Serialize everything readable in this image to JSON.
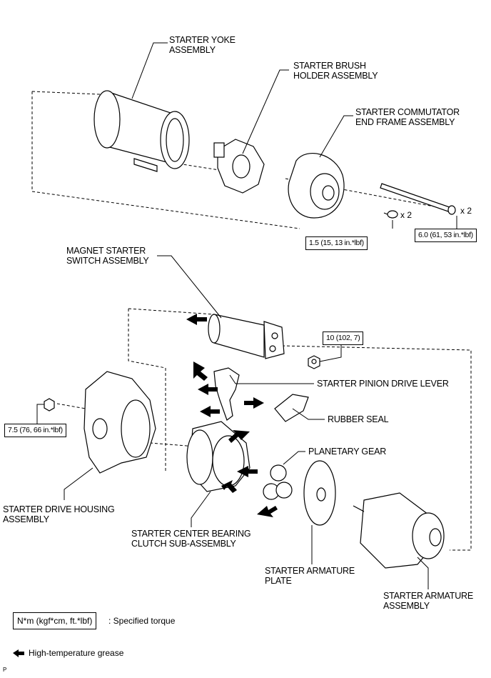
{
  "labels": {
    "yoke": "STARTER YOKE\nASSEMBLY",
    "brush_holder": "STARTER BRUSH\nHOLDER ASSEMBLY",
    "commutator_frame": "STARTER COMMUTATOR\nEND FRAME ASSEMBLY",
    "magnet_switch": "MAGNET STARTER\nSWITCH ASSEMBLY",
    "pinion_lever": "STARTER PINION DRIVE LEVER",
    "rubber_seal": "RUBBER SEAL",
    "planetary_gear": "PLANETARY GEAR",
    "drive_housing": "STARTER DRIVE HOUSING\nASSEMBLY",
    "center_bearing": "STARTER CENTER BEARING\nCLUTCH SUB-ASSEMBLY",
    "armature_plate": "STARTER ARMATURE\nPLATE",
    "armature": "STARTER ARMATURE\nASSEMBLY"
  },
  "torques": {
    "screw": "1.5 (15, 13 in.*lbf)",
    "through_bolt": "6.0 (61, 53 in.*lbf)",
    "switch_nut": "10 (102, 7)",
    "housing_nut": "7.5 (76, 66 in.*lbf)"
  },
  "quantities": {
    "screw": "x 2",
    "through_bolt": "x 2"
  },
  "legend": {
    "torque_unit": "N*m (kgf*cm, ft.*lbf)",
    "torque_desc": ": Specified torque",
    "grease_desc": "High-temperature grease"
  },
  "corner_mark": "P",
  "colors": {
    "line": "#000000",
    "fill": "#ffffff",
    "arrow": "#000000"
  }
}
